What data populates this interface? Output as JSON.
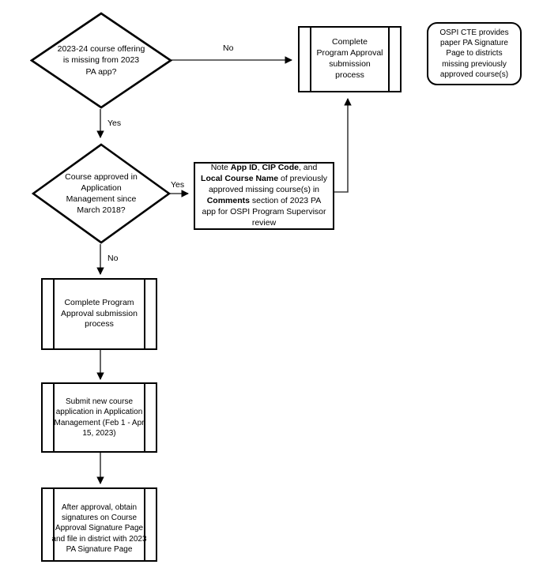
{
  "diagram": {
    "title": "2023 Program Approval missing course offering flowchart",
    "stroke_color": "#000000",
    "fill_color": "#ffffff",
    "nodes": {
      "decision_missing": {
        "shape": "decision",
        "text": "2023-24 course offering is missing from 2023 PA app?"
      },
      "decision_approved": {
        "shape": "decision",
        "text": "Course approved in Application Management since March 2018?"
      },
      "process_top": {
        "shape": "predefined-process",
        "text": "Complete Program Approval submission process"
      },
      "note_comments": {
        "shape": "rectangle",
        "segments": [
          {
            "text": "Note ",
            "bold": false
          },
          {
            "text": "App ID",
            "bold": true
          },
          {
            "text": ", ",
            "bold": false
          },
          {
            "text": "CIP Code",
            "bold": true
          },
          {
            "text": ", and ",
            "bold": false
          },
          {
            "text": "Local Course Name",
            "bold": true
          },
          {
            "text": " of previously approved missing course(s) in ",
            "bold": false
          },
          {
            "text": "Comments",
            "bold": true
          },
          {
            "text": " section of 2023 PA app for OSPI Program Supervisor review",
            "bold": false
          }
        ]
      },
      "callout_ospi": {
        "shape": "rounded-rectangle",
        "text": "OSPI CTE provides paper PA Signature Page to districts missing previously approved course(s)"
      },
      "process_complete": {
        "shape": "predefined-process",
        "text": "Complete Program Approval submission process"
      },
      "process_submit": {
        "shape": "predefined-process",
        "text": "Submit new course application in Application Management (Feb 1 - Apr 15, 2023)"
      },
      "process_signatures": {
        "shape": "predefined-process",
        "text": "After approval, obtain signatures on Course Approval Signature Page and file in district with 2023 PA Signature Page"
      }
    },
    "edge_labels": {
      "missing_no": "No",
      "missing_yes": "Yes",
      "approved_yes": "Yes",
      "approved_no": "No"
    }
  }
}
